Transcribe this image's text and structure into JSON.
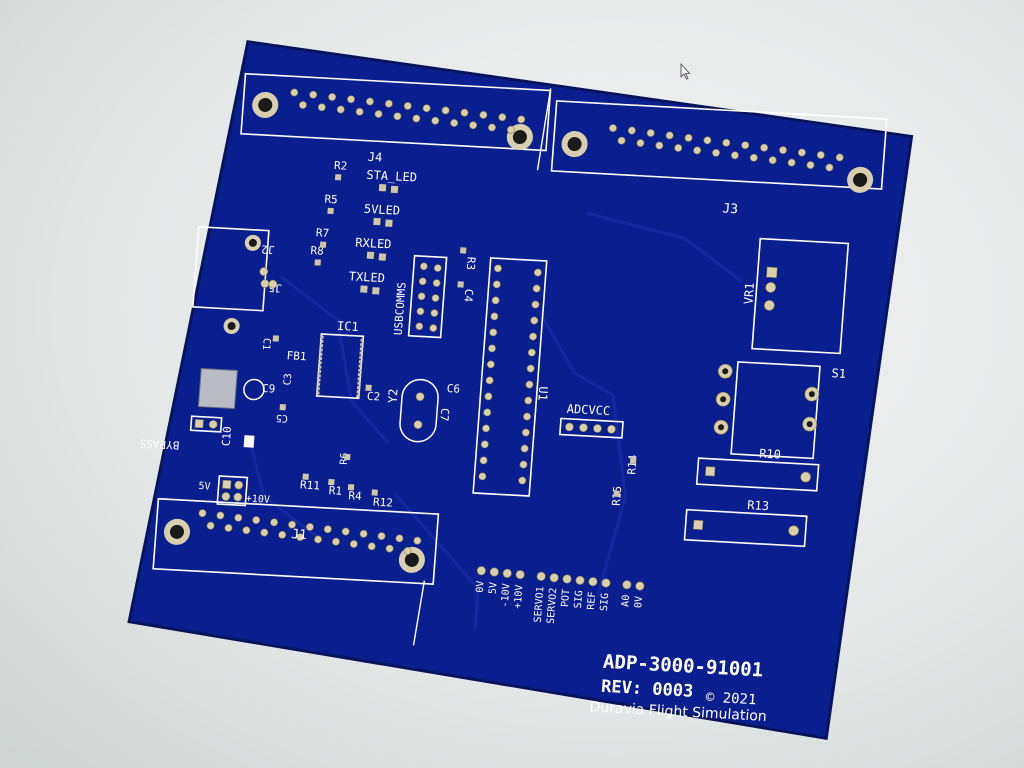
{
  "board": {
    "part_number": "ADP-3000-91001",
    "revision": "REV: 0003",
    "maker": "Duravia Flight Simulation",
    "copyright": "© 2021",
    "board_color": "#0a1f8f"
  },
  "labels": {
    "j4": "J4",
    "j3": "J3",
    "j1": "J1",
    "j2": "J2",
    "j5": "J5",
    "r2": "R2",
    "r5": "R5",
    "r7": "R7",
    "r8": "R8",
    "r3": "R3",
    "r1": "R1",
    "r4": "R4",
    "r6": "R6",
    "r11": "R11",
    "r12": "R12",
    "r10": "R10",
    "r13": "R13",
    "r14": "R14",
    "r15": "R15",
    "sta_led": "STA_LED",
    "led5v": "5VLED",
    "rxled": "RXLED",
    "txled": "TXLED",
    "usbcomms": "USBCOMMS",
    "c4": "C4",
    "c1": "C1",
    "c2": "C2",
    "c3": "C3",
    "c5": "C5",
    "c6": "C6",
    "c7": "C7",
    "c9": "C9",
    "c10": "C10",
    "ic1": "IC1",
    "fb1": "FB1",
    "y2": "Y2",
    "u1": "U1",
    "adcvcc": "ADCVCC",
    "vr1": "VR1",
    "s1": "S1",
    "bypass": "BYPASS",
    "pwr_5v": "5V",
    "pwr_10v": "+10V",
    "hdr": [
      "0V",
      "5V",
      "-10V",
      "+10V",
      "SERVO1",
      "SERVO2",
      "POT",
      "SIG",
      "REF",
      "SIG",
      "A0",
      "0V"
    ]
  },
  "icons": {
    "cursor": "mouse-pointer-icon"
  }
}
